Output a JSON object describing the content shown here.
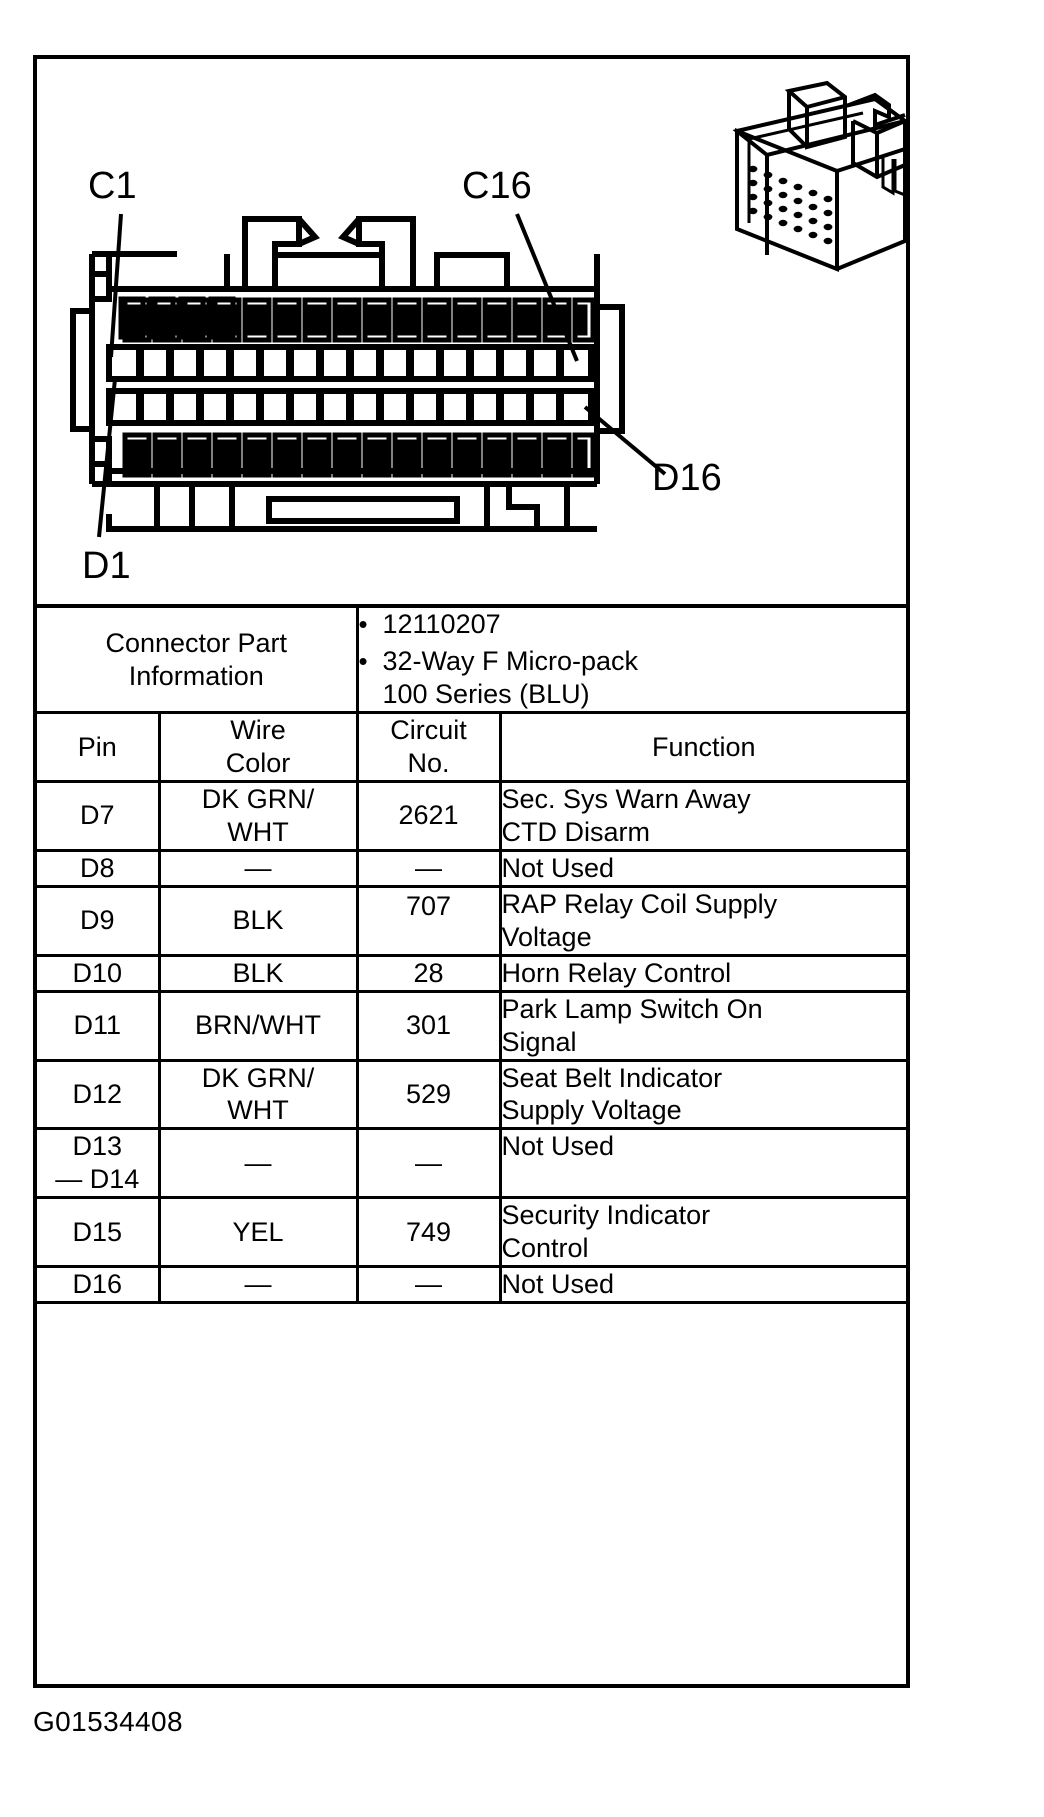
{
  "figure": {
    "id_caption": "G01534408",
    "diagram": {
      "labels": {
        "c1": "C1",
        "c16": "C16",
        "d1": "D1",
        "d16": "D16"
      },
      "pin_columns": 16,
      "pin_rows": 4
    }
  },
  "connector_part_information": {
    "label": "Connector Part Information",
    "label_line1": "Connector Part",
    "label_line2": "Information",
    "bullets": [
      "12110207",
      "32-Way F Micro-pack 100 Series (BLU)"
    ],
    "bullet_lines": [
      [
        "12110207"
      ],
      [
        "32-Way F Micro-pack",
        "100 Series (BLU)"
      ]
    ],
    "bullet_glyph": "•"
  },
  "table": {
    "headers": {
      "pin": "Pin",
      "wire_color_line1": "Wire",
      "wire_color_line2": "Color",
      "circuit_no_line1": "Circuit",
      "circuit_no_line2": "No.",
      "function": "Function"
    },
    "dash": "—",
    "rows": [
      {
        "pin": "D7",
        "wire_color_line1": "DK GRN/",
        "wire_color_line2": "WHT",
        "circuit_no": "2621",
        "function_line1": "Sec. Sys Warn Away",
        "function_line2": "CTD Disarm"
      },
      {
        "pin": "D8",
        "wire_color_line1": "—",
        "wire_color_line2": "",
        "circuit_no": "—",
        "function_line1": "Not Used",
        "function_line2": ""
      },
      {
        "pin": "D9",
        "wire_color_line1": "BLK",
        "wire_color_line2": "",
        "circuit_no": "707",
        "function_line1": "RAP Relay Coil Supply",
        "function_line2": "Voltage"
      },
      {
        "pin": "D10",
        "wire_color_line1": "BLK",
        "wire_color_line2": "",
        "circuit_no": "28",
        "function_line1": "Horn Relay Control",
        "function_line2": ""
      },
      {
        "pin": "D11",
        "wire_color_line1": "BRN/WHT",
        "wire_color_line2": "",
        "circuit_no": "301",
        "function_line1": "Park Lamp Switch On",
        "function_line2": "Signal"
      },
      {
        "pin": "D12",
        "wire_color_line1": "DK GRN/",
        "wire_color_line2": "WHT",
        "circuit_no": "529",
        "function_line1": "Seat Belt Indicator",
        "function_line2": "Supply Voltage"
      },
      {
        "pin": "D13",
        "pin_line1": "D13",
        "pin_line2": "— D14",
        "wire_color_line1": "—",
        "wire_color_line2": "",
        "circuit_no": "—",
        "function_line1": "Not Used",
        "function_line2": ""
      },
      {
        "pin": "D15",
        "wire_color_line1": "YEL",
        "wire_color_line2": "",
        "circuit_no": "749",
        "function_line1": "Security Indicator",
        "function_line2": "Control"
      },
      {
        "pin": "D16",
        "wire_color_line1": "—",
        "wire_color_line2": "",
        "circuit_no": "—",
        "function_line1": "Not Used",
        "function_line2": ""
      }
    ]
  }
}
